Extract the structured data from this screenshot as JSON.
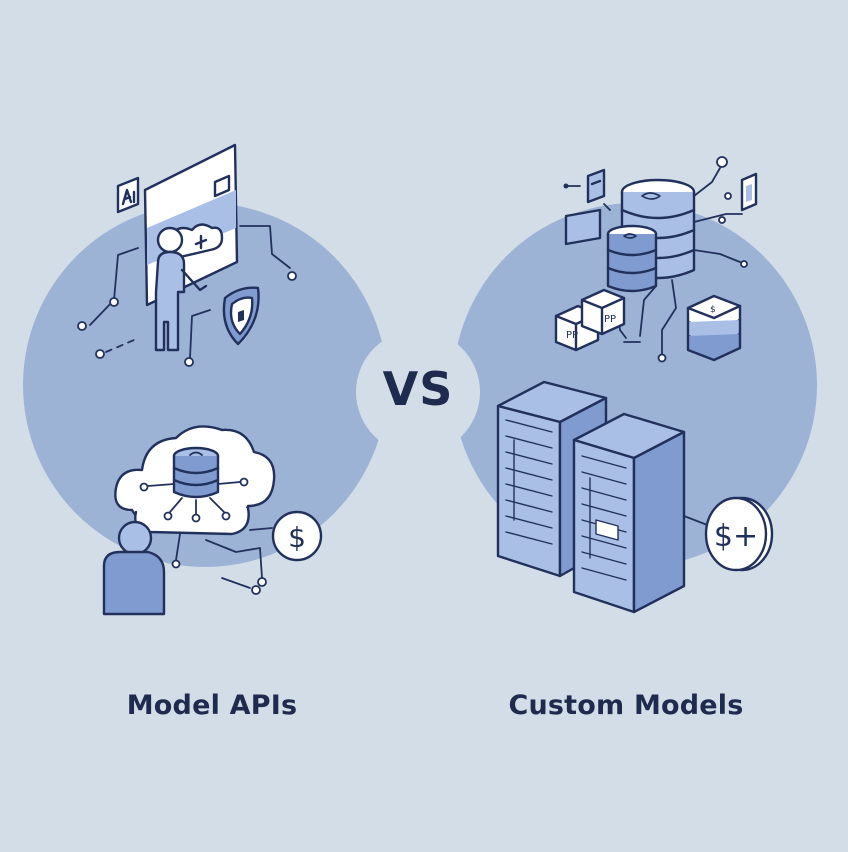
{
  "left": {
    "label": "Model APIs"
  },
  "right": {
    "label": "Custom Models"
  },
  "separator": {
    "text": "VS"
  },
  "colors": {
    "background": "#d3dde8",
    "circle": "#9db3d6",
    "line": "#22315c",
    "fill_light": "#ffffff",
    "fill_blue": "#a9bfe6",
    "fill_mid": "#7f9bd0",
    "text": "#1f2a4f"
  },
  "icons": {
    "left": [
      "presentation-board-icon",
      "person-icon",
      "shield-icon",
      "cloud-database-icon",
      "user-icon",
      "dollar-coin-icon"
    ],
    "right": [
      "database-stack-icon",
      "smartphone-icon",
      "package-box-icon",
      "server-rack-icon",
      "dollar-plus-coin-icon"
    ]
  }
}
